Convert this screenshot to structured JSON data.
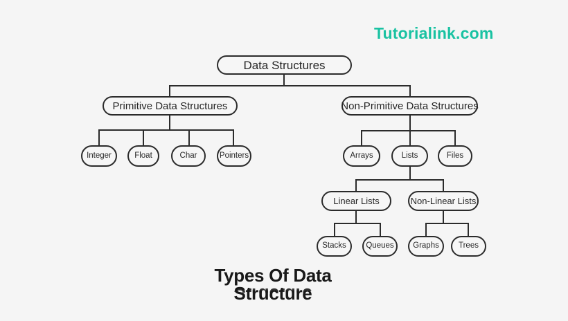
{
  "watermark": "Tutorialink.com",
  "title": "Types Of Data Structure",
  "colors": {
    "background": "#f5f5f5",
    "line": "#2b2b2b",
    "brand": "#19c2a2",
    "title": "#191919",
    "pillfill": "#f6f6f6"
  },
  "nodes": {
    "root": "Data Structures",
    "primitive": "Primitive Data Structures",
    "non_primitive": "Non-Primitive Data Structures",
    "integer": "Integer",
    "float": "Float",
    "char": "Char",
    "pointers": "Pointers",
    "arrays": "Arrays",
    "lists": "Lists",
    "files": "Files",
    "linear_lists": "Linear Lists",
    "non_linear_lists": "Non-Linear Lists",
    "stacks": "Stacks",
    "queues": "Queues",
    "graphs": "Graphs",
    "trees": "Trees"
  }
}
